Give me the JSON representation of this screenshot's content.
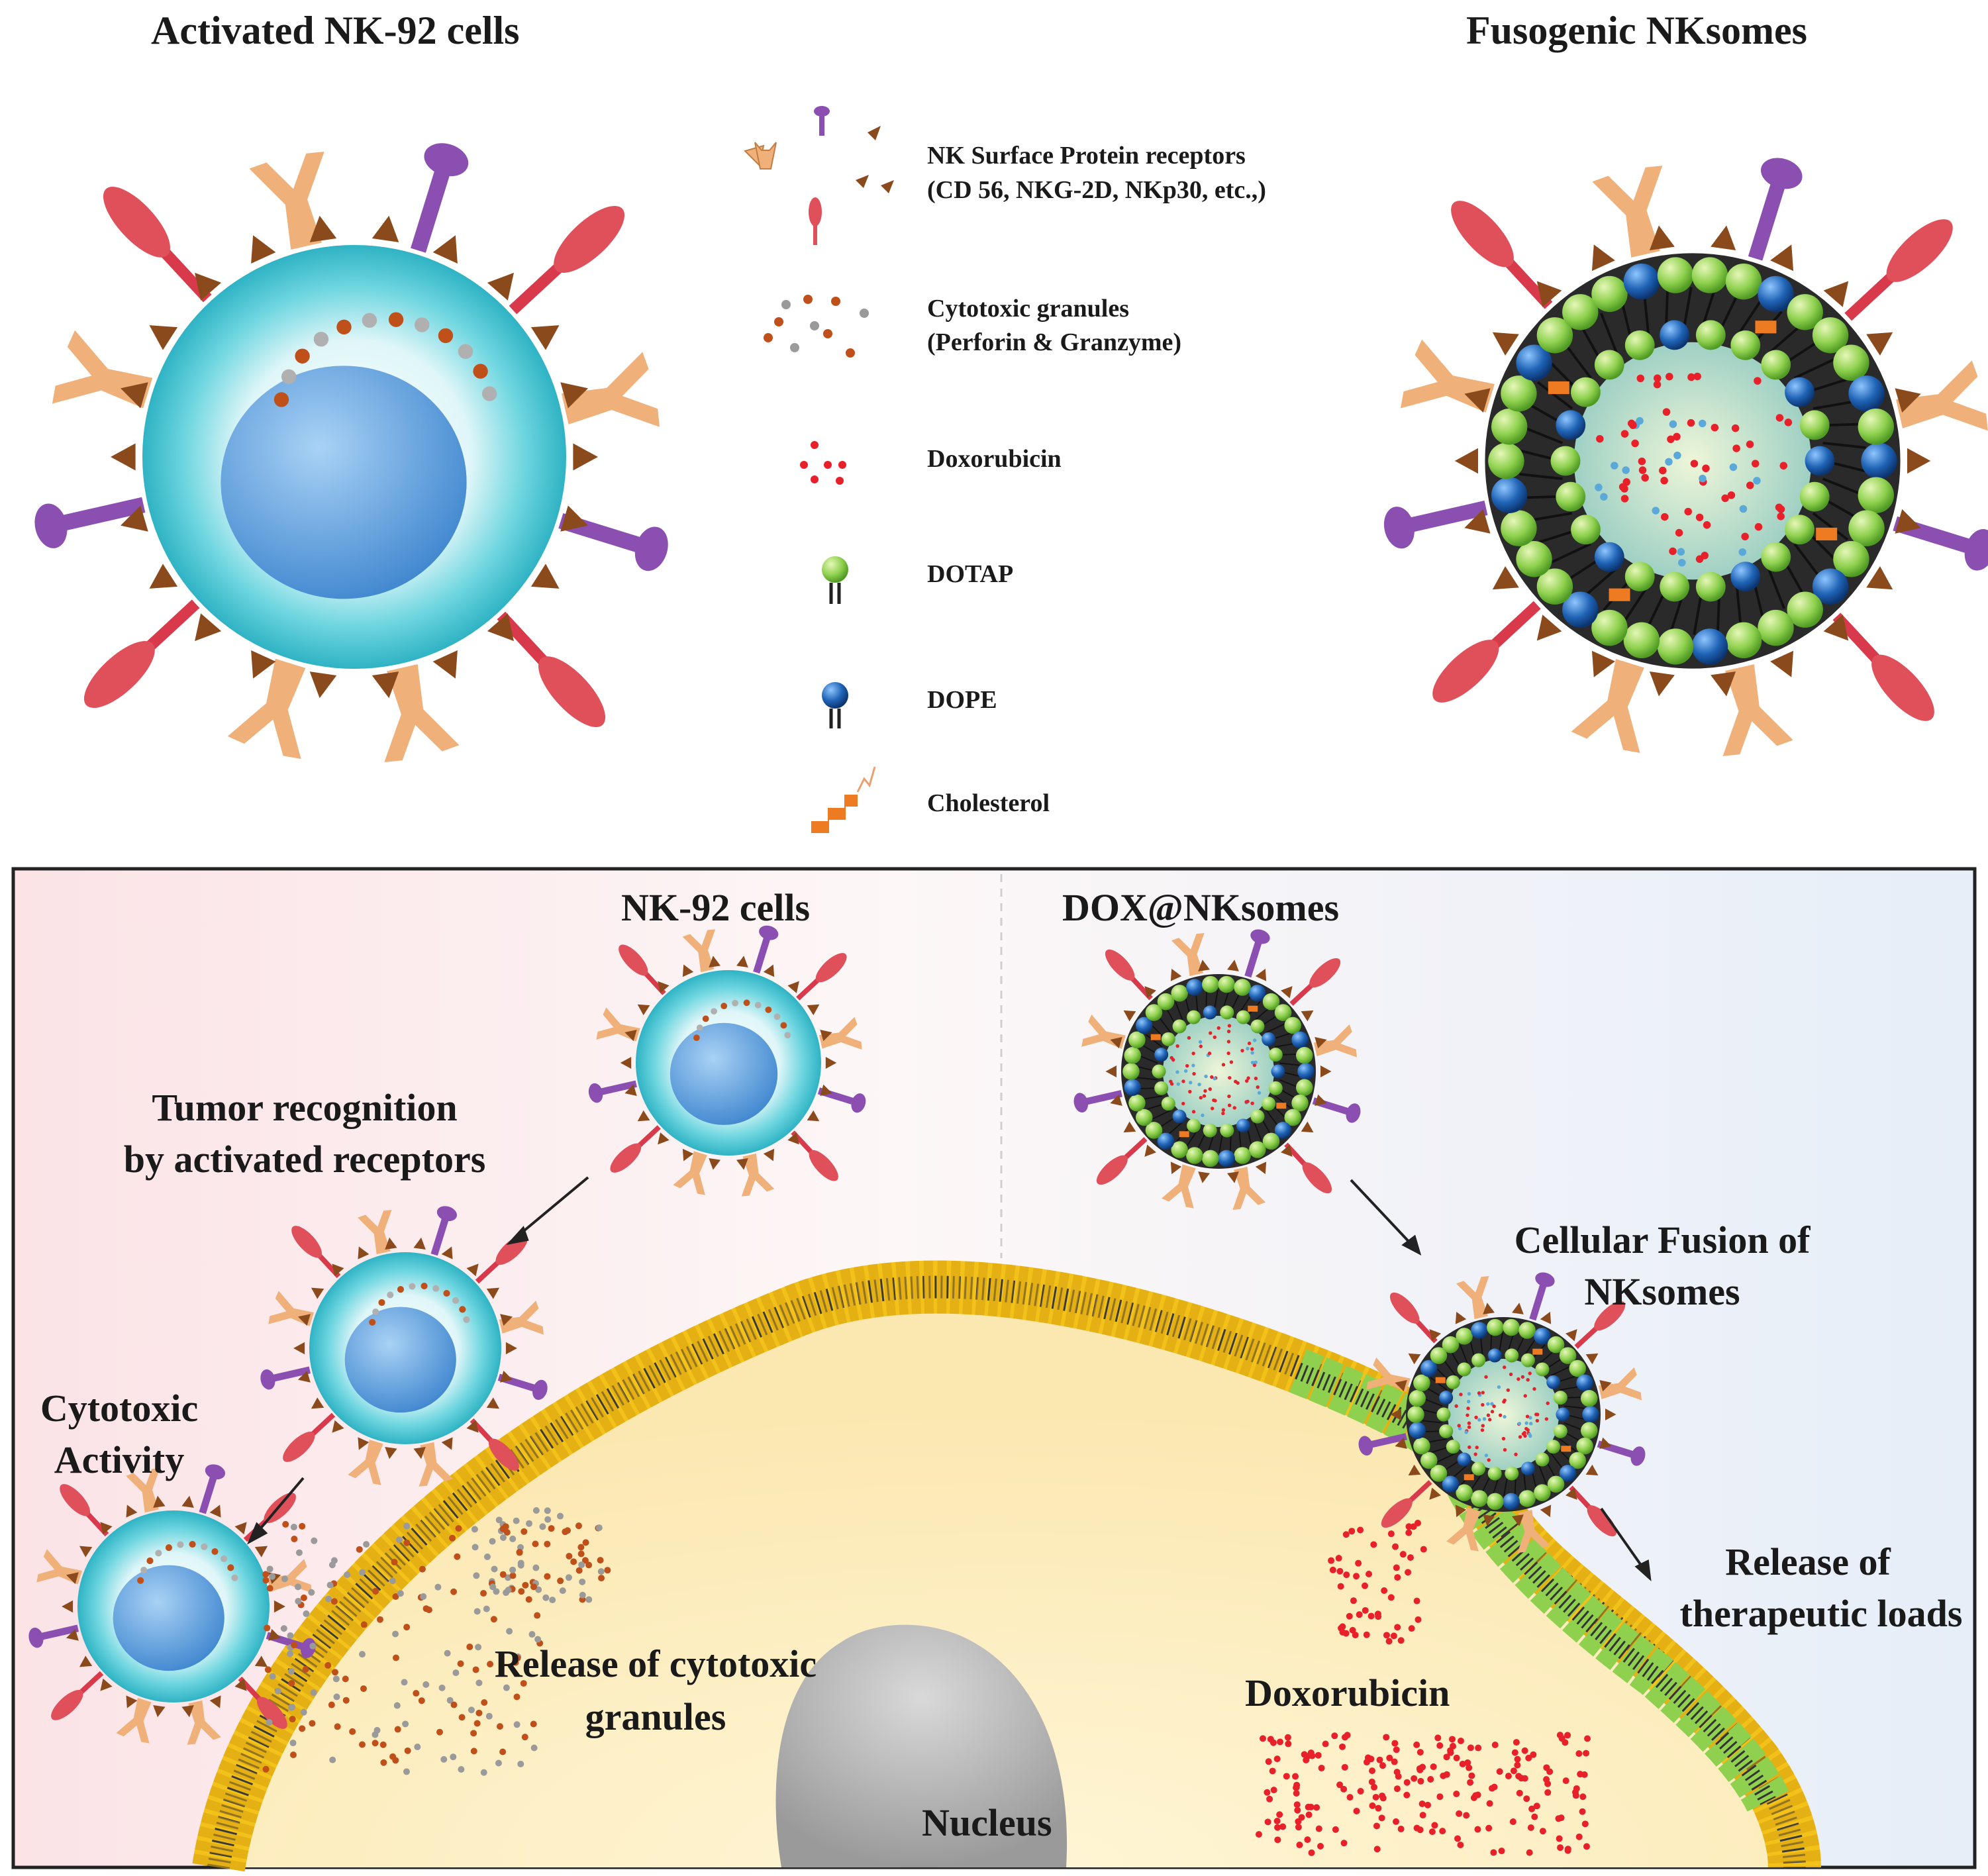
{
  "top": {
    "left_title": "Activated NK-92 cells",
    "right_title": "Fusogenic NKsomes"
  },
  "legend": [
    {
      "icon": "nk-receptors-icon",
      "lines": [
        "NK Surface Protein receptors",
        "(CD 56, NKG-2D, NKp30, etc.,)"
      ]
    },
    {
      "icon": "cytotoxic-granules-icon",
      "lines": [
        "Cytotoxic granules",
        "(Perforin & Granzyme)"
      ]
    },
    {
      "icon": "doxorubicin-icon",
      "lines": [
        "Doxorubicin"
      ]
    },
    {
      "icon": "dotap-lipid-icon",
      "lines": [
        "DOTAP"
      ]
    },
    {
      "icon": "dope-lipid-icon",
      "lines": [
        "DOPE"
      ]
    },
    {
      "icon": "cholesterol-icon",
      "lines": [
        "Cholesterol"
      ]
    }
  ],
  "bottom": {
    "nk_cells": "NK-92 cells",
    "dox_nksomes": "DOX@NKsomes",
    "tumor_recognition": [
      "Tumor recognition",
      "by activated receptors"
    ],
    "cytotoxic_activity": [
      "Cytotoxic",
      "Activity"
    ],
    "release_granules": [
      "Release of cytotoxic",
      "granules"
    ],
    "cellular_fusion": [
      "Cellular Fusion of",
      "NKsomes"
    ],
    "release_loads": [
      "Release of",
      "therapeutic loads"
    ],
    "doxorubicin": "Doxorubicin",
    "nucleus": "Nucleus"
  },
  "colors": {
    "cell_cyan": "#5fd3dd",
    "nucleus_blue": "#5b9fdc",
    "dotap_green": "#8fd14f",
    "dope_blue": "#1f63b5",
    "membrane_yellow": "#f2c21b",
    "dox_red": "#e8202a",
    "cholesterol_orange": "#ee7a22",
    "receptor_purple": "#8a4fb0",
    "receptor_red": "#e0505a",
    "receptor_tan": "#f0b07a"
  }
}
